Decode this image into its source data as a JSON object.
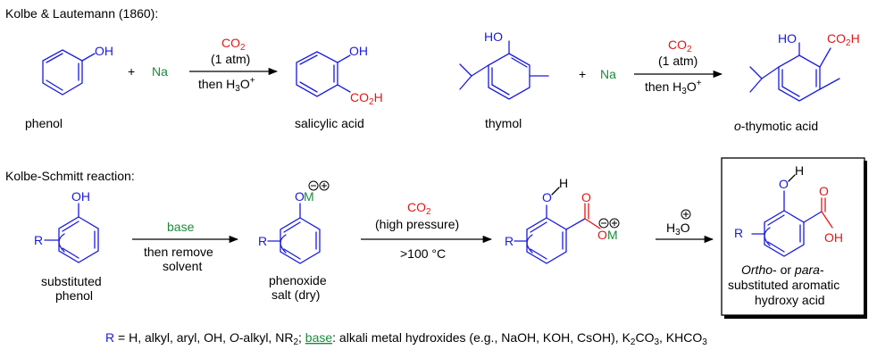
{
  "colors": {
    "structure": "#1a1adc",
    "carboxyl": "#e01818",
    "base": "#1b8a3a",
    "text": "#000000"
  },
  "top": {
    "heading": "Kolbe & Lautemann (1860):",
    "rxn1": {
      "reactant_oh": "OH",
      "reactant_name": "phenol",
      "plus": "+",
      "reagent": "Na",
      "above_arrow": "CO",
      "above_arrow_sub": "2",
      "pressure": "(1 atm)",
      "below_arrow": "then H",
      "below_sub": "3",
      "below_rest": "O",
      "below_sup": "+",
      "product_oh": "OH",
      "product_co": "CO",
      "product_sub": "2",
      "product_h": "H",
      "product_name": "salicylic acid"
    },
    "rxn2": {
      "reactant_oh": "HO",
      "reactant_name": "thymol",
      "plus": "+",
      "reagent": "Na",
      "above_arrow": "CO",
      "above_arrow_sub": "2",
      "pressure": "(1 atm)",
      "below_arrow": "then H",
      "below_sub": "3",
      "below_rest": "O",
      "below_sup": "+",
      "product_ho": "HO",
      "product_co": "CO",
      "product_sub": "2",
      "product_h": "H",
      "product_name_italic": "o",
      "product_name_rest": "-thymotic acid"
    }
  },
  "bottom": {
    "heading": "Kolbe-Schmitt reaction:",
    "start_oh": "OH",
    "start_r": "R",
    "start_name_1": "substituted",
    "start_name_2": "phenol",
    "step1_above": "base",
    "step1_below_1": "then remove",
    "step1_below_2": "solvent",
    "phenoxide_o": "O",
    "phenoxide_m": "M",
    "phenoxide_r": "R",
    "phenoxide_name_1": "phenoxide",
    "phenoxide_name_2": "salt (dry)",
    "step2_co": "CO",
    "step2_sub": "2",
    "step2_pressure": "(high pressure)",
    "step2_temp": ">100 °C",
    "inter_o": "O",
    "inter_h": "H",
    "inter_co_o": "O",
    "inter_om_o": "O",
    "inter_om_m": "M",
    "inter_r": "R",
    "step3_h": "H",
    "step3_sub": "3",
    "step3_o": "O",
    "final_o": "O",
    "final_h": "H",
    "final_co_o": "O",
    "final_oh": "OH",
    "final_r": "R",
    "final_name_italic_1": "Ortho",
    "final_name_mid": "- or ",
    "final_name_italic_2": "para",
    "final_name_end": "-",
    "final_name_2": "substituted aromatic",
    "final_name_3": "hydroxy acid"
  },
  "footnote": {
    "r_label": "R",
    "r_def_1": " = H, alkyl, aryl, OH, ",
    "r_def_italic": "O",
    "r_def_2": "-alkyl, NR",
    "r_def_sub": "2",
    "r_def_3": "; ",
    "base_label": "base",
    "base_def": ": alkali metal hydroxides (e.g., NaOH, KOH, CsOH), K",
    "k2_sub": "2",
    "base_def_2": "CO",
    "co3_sub": "3",
    "base_def_3": ", KHCO",
    "khco3_sub": "3"
  }
}
